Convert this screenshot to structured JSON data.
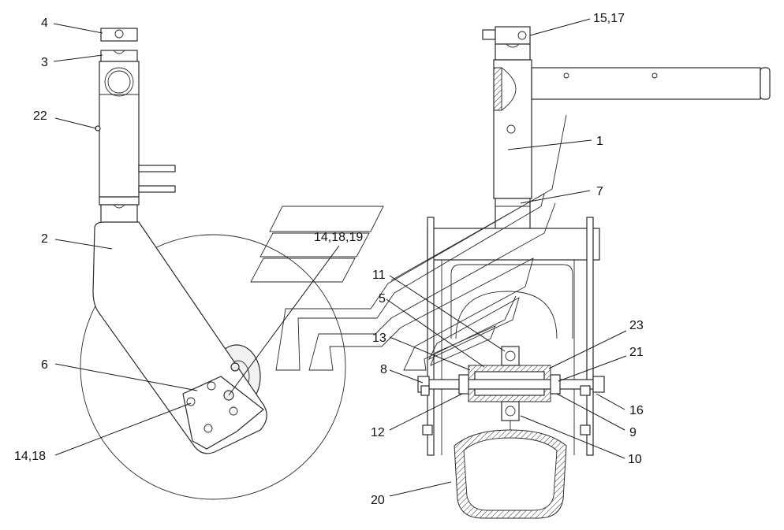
{
  "callouts": {
    "c1": "1",
    "c2": "2",
    "c3": "3",
    "c4": "4",
    "c5": "5",
    "c6": "6",
    "c7": "7",
    "c8": "8",
    "c9": "9",
    "c10": "10",
    "c11": "11",
    "c12": "12",
    "c13": "13",
    "c14_18": "14,18",
    "c14_18_19": "14,18,19",
    "c15_17": "15,17",
    "c16": "16",
    "c20": "20",
    "c21": "21",
    "c22": "22",
    "c23": "23"
  },
  "colors": {
    "line": "#2a2a2a",
    "fill": "#f1f1f1",
    "background": "#ffffff"
  }
}
